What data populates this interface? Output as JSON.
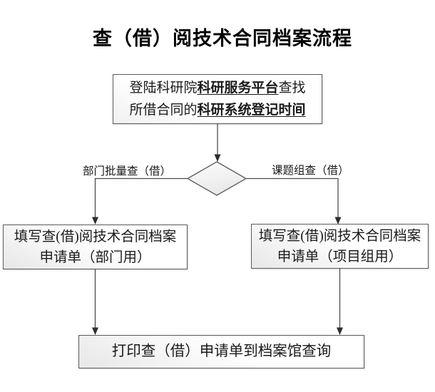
{
  "title": "查（借）阅技术合同档案流程",
  "flowchart": {
    "start_box": {
      "line1_prefix": "登陆科研院",
      "line1_emph": "科研服务平台",
      "line1_suffix": "查找",
      "line2_prefix": "所借合同的",
      "line2_emph": "科研系统登记时间"
    },
    "decision": {
      "left_branch_label": "部门批量查（借）",
      "right_branch_label": "课题组查（借）"
    },
    "left_box": {
      "line1": "填写查(借)阅技术合同档案",
      "line2": "申请单（部门用）"
    },
    "right_box": {
      "line1": "填写查(借)阅技术合同档案",
      "line2": "申请单（项目组用）"
    },
    "end_box": {
      "label": "打印查（借）申请单到档案馆查询"
    }
  },
  "colors": {
    "connector_line": "#4d4d4d",
    "arrowhead": "#2e2e2e",
    "box_border": "#5a5a5a",
    "box_fill_light": "#ffffff",
    "box_fill_dark": "#e7e7e7",
    "text": "#1a1a1a"
  }
}
